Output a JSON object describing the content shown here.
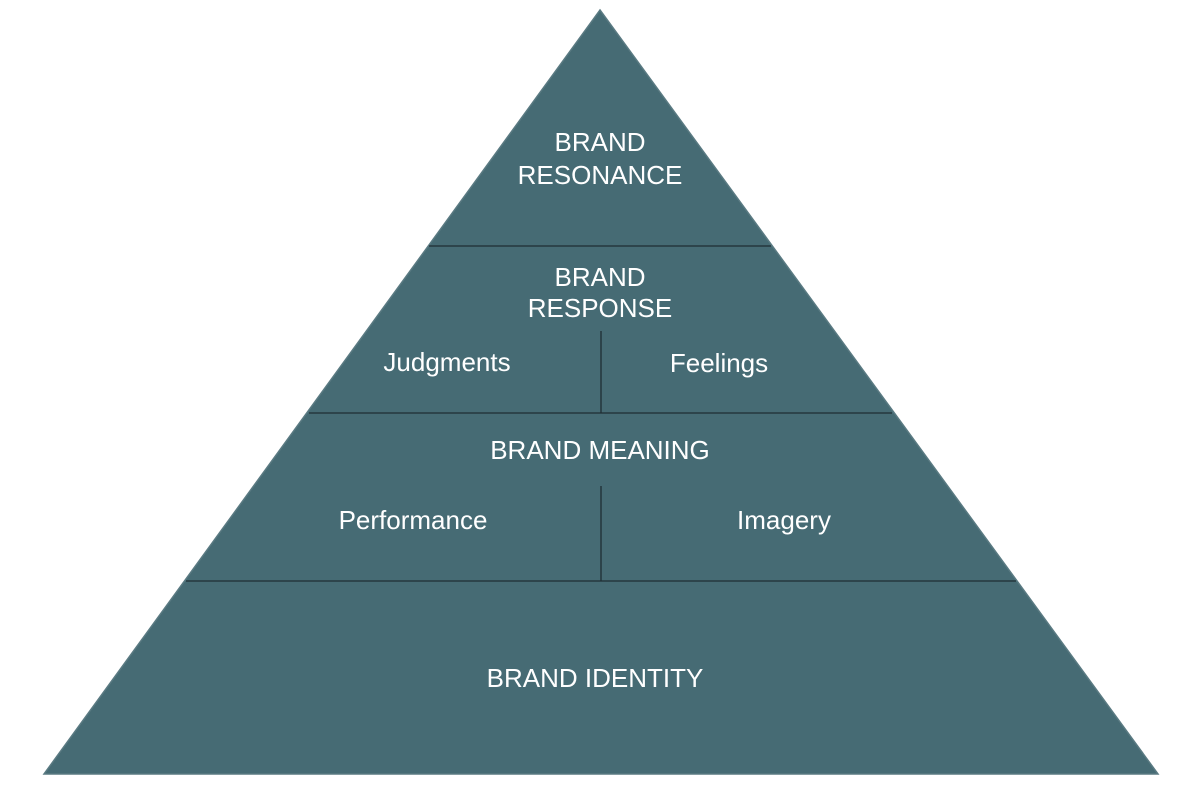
{
  "colors": {
    "pyramid_fill": "#466b74",
    "pyramid_edge": "#5a7a82",
    "divider": "#1f2e33",
    "text": "#ffffff",
    "background": "#ffffff"
  },
  "levels": {
    "resonance": {
      "line1": "BRAND",
      "line2": "RESONANCE"
    },
    "response": {
      "line1": "BRAND",
      "line2": "RESPONSE",
      "left": "Judgments",
      "right": "Feelings"
    },
    "meaning": {
      "title": "BRAND MEANING",
      "left": "Performance",
      "right": "Imagery"
    },
    "identity": {
      "title": "BRAND IDENTITY"
    }
  }
}
